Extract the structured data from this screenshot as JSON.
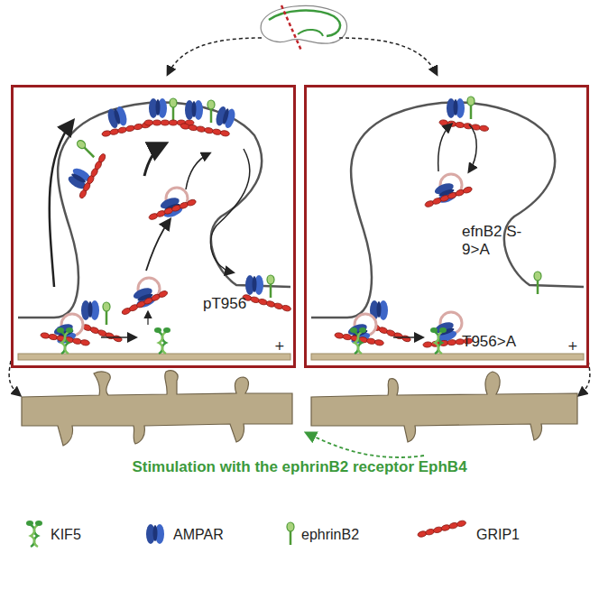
{
  "diagram": {
    "nodes": [
      {
        "text": [
          "pT956"
        ]
      },
      {
        "text": [
          "efnB2 S-9>A",
          "T956>A"
        ]
      }
    ],
    "labels": [
      "Stimulation with the ephrinB2 receptor EphB4"
    ],
    "legend": [
      {
        "text": "KIF5"
      },
      {
        "text": "AMPAR"
      },
      {
        "text": "ephrinB2"
      },
      {
        "text": "GRIP1"
      }
    ]
  }
}
